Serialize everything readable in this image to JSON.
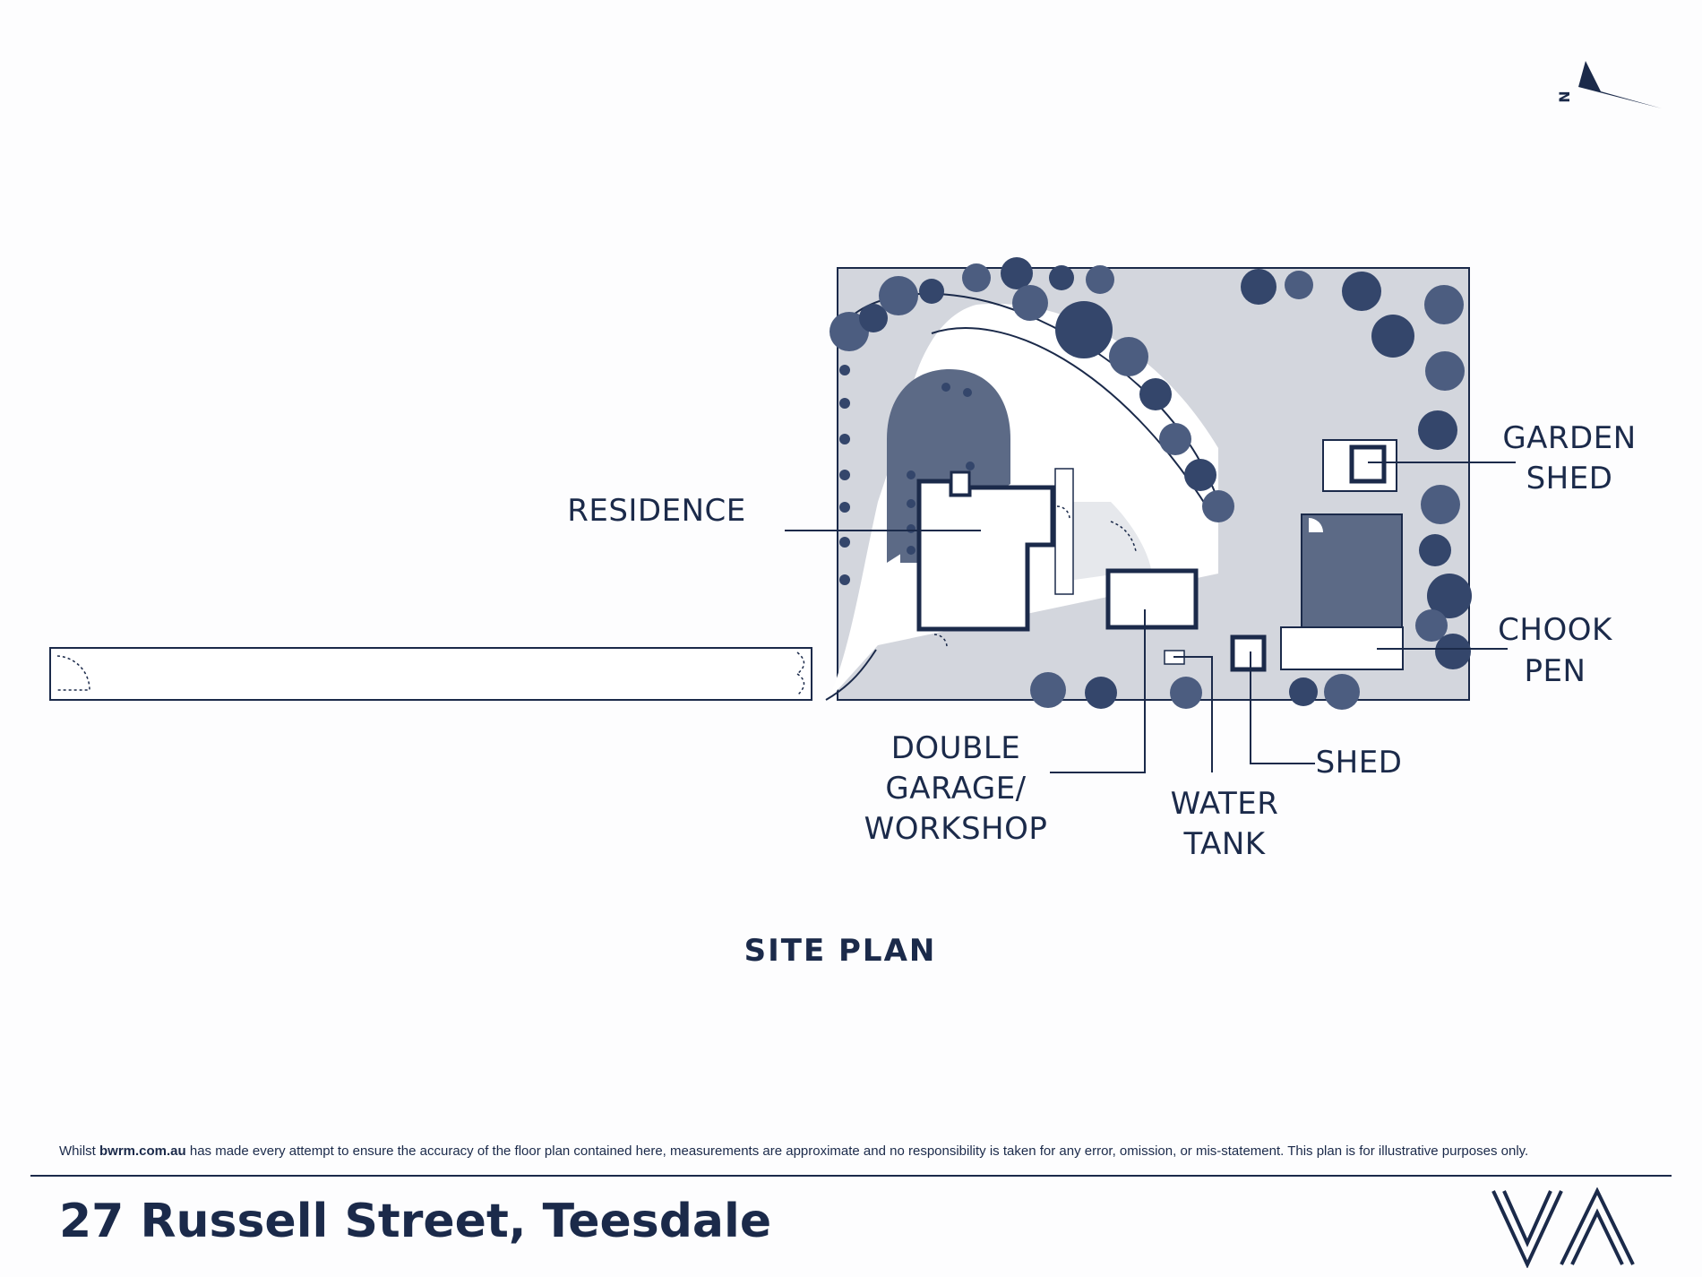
{
  "compass": {
    "label": "N",
    "icon": "north-arrow-icon"
  },
  "labels": {
    "residence": "RESIDENCE",
    "garden_shed": [
      "GARDEN",
      "SHED"
    ],
    "chook_pen": [
      "CHOOK",
      "PEN"
    ],
    "shed": "SHED",
    "water_tank": [
      "WATER",
      "TANK"
    ],
    "double_garage": [
      "DOUBLE",
      "GARAGE/",
      "WORKSHOP"
    ]
  },
  "title": "SITE PLAN",
  "disclaimer": {
    "prefix": "Whilst ",
    "site": "bwrm.com.au",
    "suffix": " has made every attempt to ensure the accuracy of the floor plan contained here, measurements are approximate and no responsibility is taken for any error, omission, or mis-statement. This plan is for illustrative purposes only."
  },
  "address": "27 Russell Street, Teesdale",
  "logo": {
    "icon": "agency-logo-icon"
  },
  "colors": {
    "navy": "#1b2a4a",
    "site_fill": "#d3d6dd",
    "garden_fill": "#5c6a86",
    "foliage_dark": "#34466b",
    "foliage_light": "#4c5d80",
    "white": "#ffffff"
  }
}
